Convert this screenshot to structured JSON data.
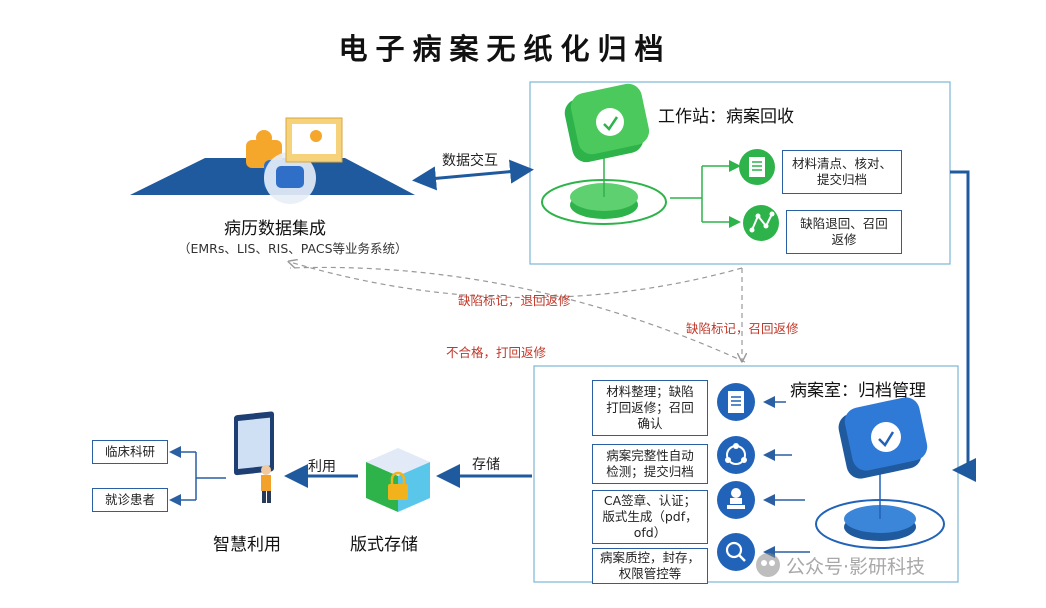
{
  "title": "电子病案无纸化归档",
  "emr": {
    "title": "病历数据集成",
    "subtitle": "（EMRs、LIS、RIS、PACS等业务系统）"
  },
  "workstation": {
    "title": "工作站：病案回收",
    "tasks": [
      "材料清点、核对、\n提交归档",
      "缺陷退回、召回\n返修"
    ]
  },
  "archive": {
    "title": "病案室：归档管理",
    "steps": [
      "材料整理；缺陷\n打回返修；召回\n确认",
      "病案完整性自动\n检测；提交归档",
      "CA签章、认证；\n版式生成（pdf，\nofd）",
      "病案质控，封存，\n权限管控等"
    ]
  },
  "flow_labels": {
    "data_exchange": "数据交互",
    "defect_return": "缺陷标记，退回返修",
    "defect_recall": "缺陷标记，召回返修",
    "unqualified": "不合格，打回返修",
    "storage": "存储",
    "use": "利用"
  },
  "format_storage": "版式存储",
  "smart_use": {
    "title": "智慧利用",
    "targets": [
      "临床科研",
      "就诊患者"
    ]
  },
  "watermark": "公众号·影研科技",
  "colors": {
    "blue": "#1f5a9e",
    "green": "#2db34a",
    "panel": "#7bb6d6",
    "red": "#c0392b"
  }
}
